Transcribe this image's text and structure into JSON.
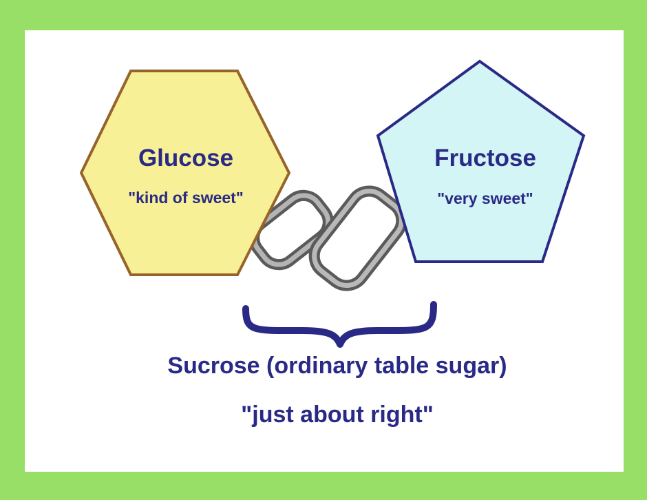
{
  "glucose": {
    "name": "Glucose",
    "description": "\"kind of sweet\"",
    "fill": "#f7f096",
    "stroke": "#96632a"
  },
  "fructose": {
    "name": "Fructose",
    "description": "\"very sweet\"",
    "fill": "#d3f5f5",
    "stroke": "#2a2a86"
  },
  "sucrose": {
    "name": "Sucrose (ordinary table sugar)",
    "description": "\"just about right\""
  },
  "colors": {
    "background_frame": "#97df67",
    "panel": "#ffffff",
    "text": "#2a2a86",
    "brace": "#2a2a86"
  },
  "icons": {
    "link": "chain-link-icon",
    "brace": "curly-brace-icon"
  }
}
